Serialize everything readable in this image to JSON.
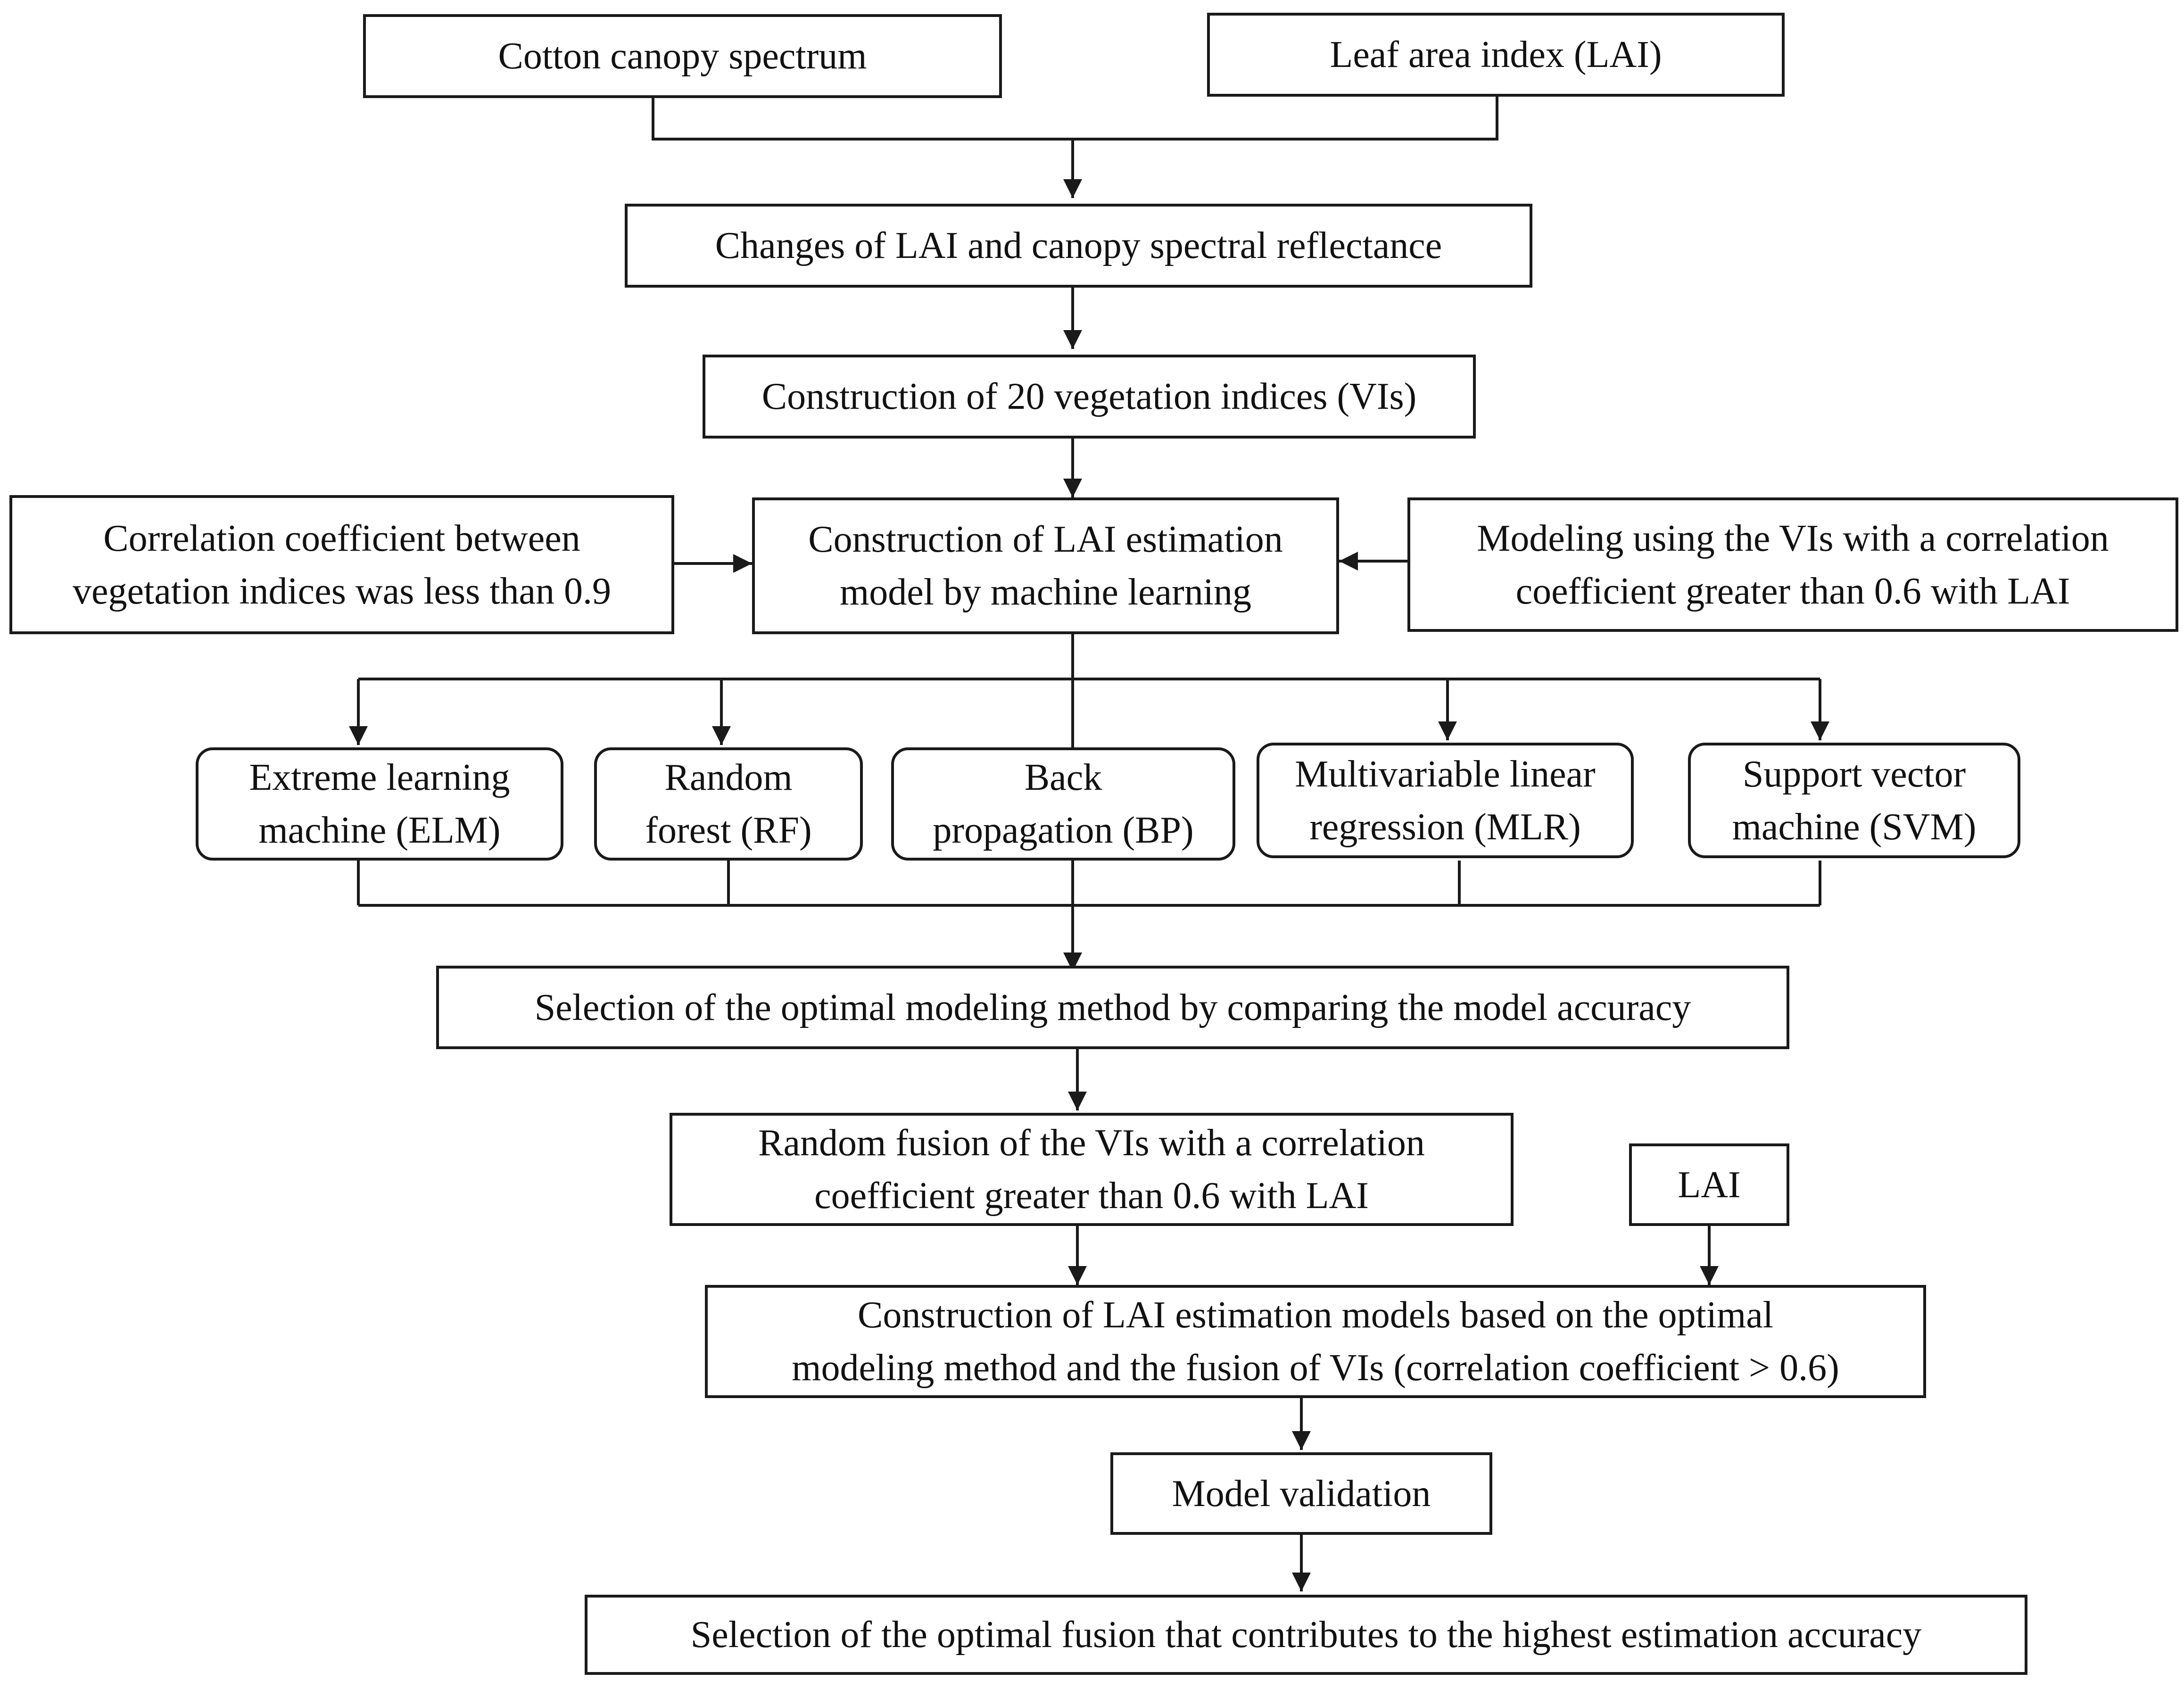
{
  "nodes": {
    "canopy": [
      "Cotton canopy spectrum"
    ],
    "lai_top": [
      "Leaf area index (LAI)"
    ],
    "changes": [
      "Changes of LAI and canopy spectral reflectance"
    ],
    "vis": [
      "Construction of 20 vegetation indices (VIs)"
    ],
    "corr_left": [
      "Correlation coefficient between",
      "vegetation indices was less than 0.9"
    ],
    "ml_model": [
      "Construction of LAI estimation",
      "model by machine learning"
    ],
    "corr_right": [
      "Modeling using the VIs with a correlation",
      "coefficient greater than 0.6 with LAI"
    ],
    "elm": [
      "Extreme learning",
      "machine (ELM)"
    ],
    "rf": [
      "Random",
      "forest (RF)"
    ],
    "bp": [
      "Back",
      "propagation (BP)"
    ],
    "mlr": [
      "Multivariable linear",
      "regression (MLR)"
    ],
    "svm": [
      "Support vector",
      "machine (SVM)"
    ],
    "optimal_method": [
      "Selection of the optimal modeling method by comparing the model accuracy"
    ],
    "fusion": [
      "Random fusion of the VIs with a correlation",
      "coefficient greater than 0.6 with LAI"
    ],
    "lai_mid": [
      "LAI"
    ],
    "fusion_model": [
      "Construction of LAI estimation models based on the optimal",
      "modeling method and the fusion of VIs (correlation coefficient > 0.6)"
    ],
    "validation": [
      "Model validation"
    ],
    "optimal_fusion": [
      "Selection of the optimal fusion that contributes to the highest estimation accuracy"
    ]
  },
  "colors": {
    "stroke": "#1a1a1a",
    "text": "#111111",
    "background": "#ffffff"
  }
}
